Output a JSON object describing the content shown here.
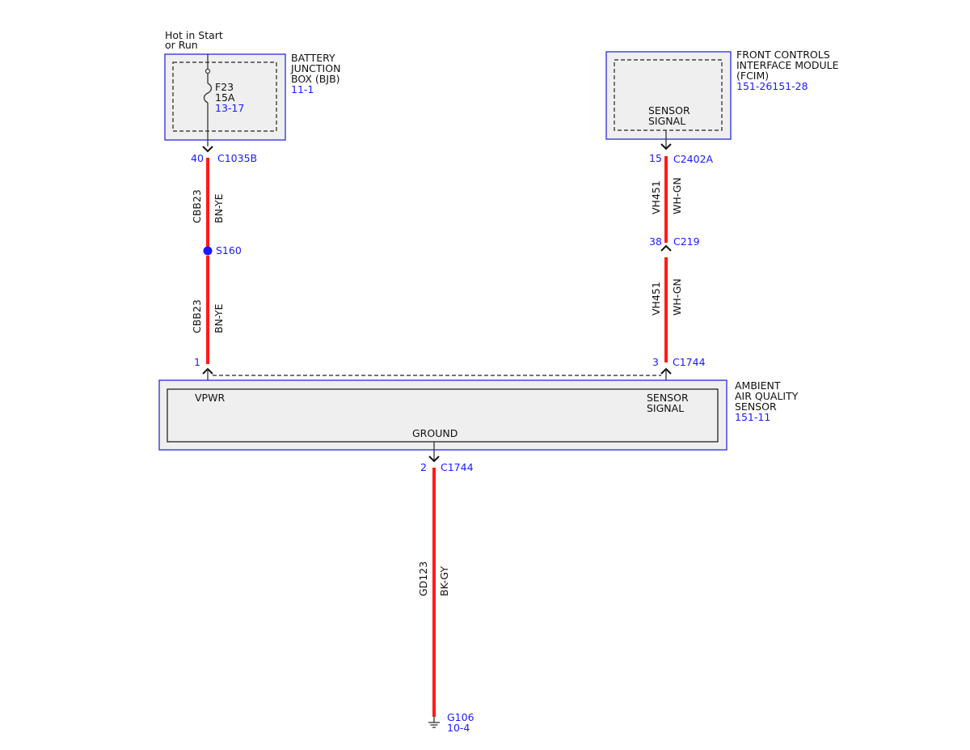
{
  "colors": {
    "wire": "#ff1a1a",
    "reference": "#1a1aff",
    "module_border": "#2a2ae0",
    "module_fill": "#efefef"
  },
  "bjb": {
    "supply_line1": "Hot in Start",
    "supply_line2": "or Run",
    "name_line1": "BATTERY",
    "name_line2": "JUNCTION",
    "name_line3": "BOX (BJB)",
    "ref": "11-1",
    "fuse_name": "F23",
    "fuse_rating": "15A",
    "fuse_ref": "13-17"
  },
  "fcim": {
    "name_line1": "FRONT CONTROLS",
    "name_line2": "INTERFACE MODULE",
    "name_line3": "(FCIM)",
    "ref": "151-26151-28",
    "pin_line1": "SENSOR",
    "pin_line2": "SIGNAL"
  },
  "sensor": {
    "name_line1": "AMBIENT",
    "name_line2": "AIR QUALITY",
    "name_line3": "SENSOR",
    "ref": "151-11",
    "pin_vpwr": "VPWR",
    "pin_signal_line1": "SENSOR",
    "pin_signal_line2": "SIGNAL",
    "pin_ground": "GROUND"
  },
  "connectors": {
    "c1035b": {
      "pin": "40",
      "name": "C1035B"
    },
    "c2402a": {
      "pin": "15",
      "name": "C2402A"
    },
    "c219": {
      "pin": "38",
      "name": "C219"
    },
    "c1744_vpwr": {
      "pin": "1"
    },
    "c1744_signal": {
      "pin": "3",
      "name": "C1744"
    },
    "c1744_ground": {
      "pin": "2",
      "name": "C1744"
    }
  },
  "splice": {
    "name": "S160"
  },
  "wires": {
    "power_upper": {
      "circuit": "CBB23",
      "color": "BN-YE"
    },
    "power_lower": {
      "circuit": "CBB23",
      "color": "BN-YE"
    },
    "signal_upper": {
      "circuit": "VH451",
      "color": "WH-GN"
    },
    "signal_lower": {
      "circuit": "VH451",
      "color": "WH-GN"
    },
    "ground": {
      "circuit": "GD123",
      "color": "BK-GY"
    }
  },
  "ground_point": {
    "name": "G106",
    "ref": "10-4"
  }
}
